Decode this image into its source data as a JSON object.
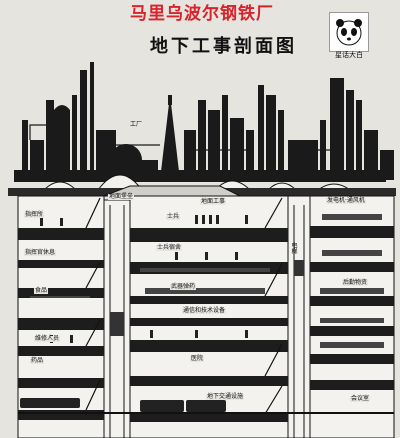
{
  "header": {
    "title": "马里乌波尔钢铁厂",
    "subtitle": "地下工事剖面图",
    "logo_caption": "星话大白"
  },
  "labels": {
    "factory": "工厂",
    "central_hall": "地面堡垒",
    "surface_works": "地面工事",
    "elevator": "电梯",
    "left_1": "指挥所",
    "left_2": "指挥官休息",
    "left_3": "食品",
    "left_4": "维修人员",
    "left_5": "药品",
    "mid_1": "士兵",
    "mid_2": "士兵宿舍",
    "mid_3": "武器弹药",
    "mid_4": "通信和技术设备",
    "mid_5": "医院",
    "mid_6": "地下交通设施",
    "right_1": "发电机·通风机",
    "right_2": "后勤物资",
    "right_3": "会议室"
  },
  "colors": {
    "title_red": "#d8232a",
    "ink": "#111111",
    "paper": "#e6e4df"
  },
  "icons": {
    "logo": "panda-icon"
  }
}
